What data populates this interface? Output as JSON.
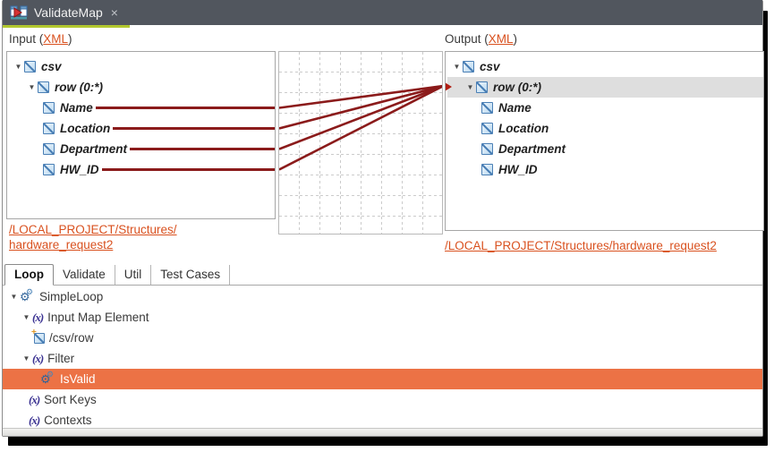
{
  "colors": {
    "accent_green": "#b2c72e",
    "link_orange": "#d9511f",
    "map_line_red": "#8b1b1b",
    "selected_row_orange": "#ec7245",
    "selected_row_gray": "#dedede",
    "tabbar_bg": "#51565e"
  },
  "glyphs": {
    "expander": "▼",
    "gear": "⚙",
    "formula_icon": "(x)",
    "new_marker": "+"
  },
  "editor_tab": {
    "title": "ValidateMap",
    "close": "×"
  },
  "input_panel": {
    "header_prefix": "Input (",
    "header_link": "XML",
    "header_suffix": ")",
    "tree": [
      {
        "label": "csv"
      },
      {
        "label": "row (0:*)"
      },
      {
        "label": "Name",
        "mapped": true
      },
      {
        "label": "Location",
        "mapped": true
      },
      {
        "label": "Department",
        "mapped": true
      },
      {
        "label": "HW_ID",
        "mapped": true
      }
    ],
    "source_link_line1": "/LOCAL_PROJECT/Structures/",
    "source_link_line2": "hardware_request2"
  },
  "output_panel": {
    "header_prefix": "Output (",
    "header_link": "XML",
    "header_suffix": ")",
    "tree": [
      {
        "label": "csv"
      },
      {
        "label": "row (0:*)",
        "selected": true
      },
      {
        "label": "Name"
      },
      {
        "label": "Location"
      },
      {
        "label": "Department"
      },
      {
        "label": "HW_ID"
      }
    ],
    "source_link": "/LOCAL_PROJECT/Structures/hardware_request2"
  },
  "mappings": [
    {
      "from": "Name",
      "to": "row (0:*)",
      "from_row": 2
    },
    {
      "from": "Location",
      "to": "row (0:*)",
      "from_row": 3
    },
    {
      "from": "Department",
      "to": "row (0:*)",
      "from_row": 4
    },
    {
      "from": "HW_ID",
      "to": "row (0:*)",
      "from_row": 5
    }
  ],
  "bottom_tabs": {
    "tabs": [
      {
        "label": "Loop",
        "active": true
      },
      {
        "label": "Validate"
      },
      {
        "label": "Util"
      },
      {
        "label": "Test Cases"
      }
    ]
  },
  "loop_tree": {
    "rows": [
      {
        "label": "SimpleLoop",
        "icon": "gears-icon",
        "expanded": true
      },
      {
        "label": "Input Map Element",
        "icon": "formula-icon",
        "expanded": true
      },
      {
        "label": "/csv/row",
        "icon": "xml-element-new-icon"
      },
      {
        "label": "Filter",
        "icon": "formula-icon",
        "expanded": true
      },
      {
        "label": "IsValid",
        "icon": "gears-icon",
        "selected": true
      },
      {
        "label": "Sort Keys",
        "icon": "formula-icon"
      },
      {
        "label": "Contexts",
        "icon": "formula-icon"
      }
    ]
  }
}
